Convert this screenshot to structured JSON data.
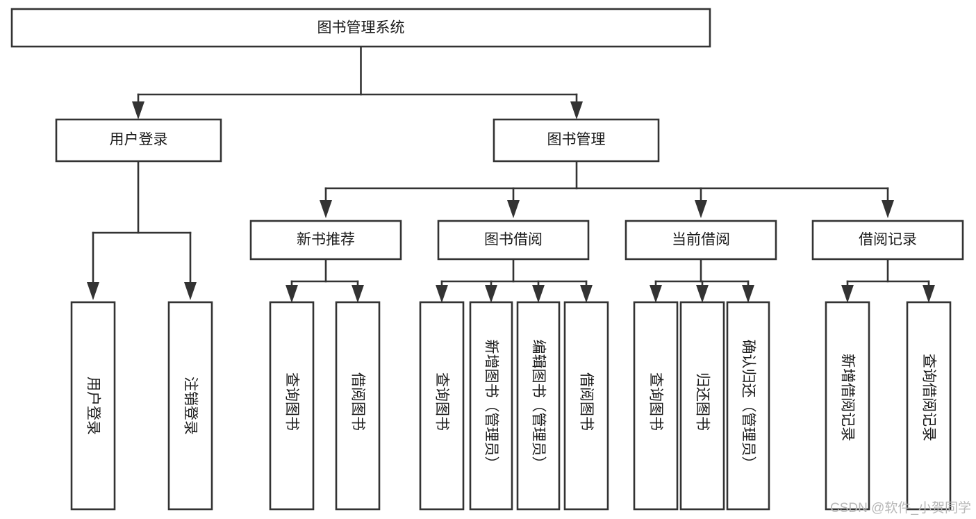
{
  "diagram": {
    "type": "tree-hierarchy",
    "title": "图书管理系统",
    "orientation": "top-down",
    "colors": {
      "box_stroke": "#333333",
      "box_fill": "#ffffff",
      "line": "#333333",
      "text": "#1a1a1a",
      "watermark": "#b8b8b8",
      "background": "#ffffff"
    },
    "levels": [
      {
        "level": 1,
        "nodes": [
          {
            "id": "root",
            "label": "图书管理系统",
            "orientation": "horizontal"
          }
        ]
      },
      {
        "level": 2,
        "nodes": [
          {
            "id": "user-login",
            "label": "用户登录",
            "orientation": "horizontal",
            "parent": "root"
          },
          {
            "id": "book-manage",
            "label": "图书管理",
            "orientation": "horizontal",
            "parent": "root"
          }
        ]
      },
      {
        "level": 3,
        "nodes": [
          {
            "id": "new-book-rec",
            "label": "新书推荐",
            "orientation": "horizontal",
            "parent": "book-manage"
          },
          {
            "id": "book-borrow",
            "label": "图书借阅",
            "orientation": "horizontal",
            "parent": "book-manage"
          },
          {
            "id": "current-borrow",
            "label": "当前借阅",
            "orientation": "horizontal",
            "parent": "book-manage"
          },
          {
            "id": "borrow-record",
            "label": "借阅记录",
            "orientation": "horizontal",
            "parent": "book-manage"
          }
        ]
      },
      {
        "level": 4,
        "nodes": [
          {
            "id": "leaf-user-login",
            "label": "用户登录",
            "orientation": "vertical",
            "parent": "user-login"
          },
          {
            "id": "leaf-logout",
            "label": "注销登录",
            "orientation": "vertical",
            "parent": "user-login"
          },
          {
            "id": "leaf-query-book-1",
            "label": "查询图书",
            "orientation": "vertical",
            "parent": "new-book-rec"
          },
          {
            "id": "leaf-borrow-book-1",
            "label": "借阅图书",
            "orientation": "vertical",
            "parent": "new-book-rec"
          },
          {
            "id": "leaf-query-book-2",
            "label": "查询图书",
            "orientation": "vertical",
            "parent": "book-borrow"
          },
          {
            "id": "leaf-add-book",
            "label": "新增图书（管理员）",
            "orientation": "vertical",
            "parent": "book-borrow"
          },
          {
            "id": "leaf-edit-book",
            "label": "编辑图书（管理员）",
            "orientation": "vertical",
            "parent": "book-borrow"
          },
          {
            "id": "leaf-borrow-book-2",
            "label": "借阅图书",
            "orientation": "vertical",
            "parent": "book-borrow"
          },
          {
            "id": "leaf-query-book-3",
            "label": "查询图书",
            "orientation": "vertical",
            "parent": "current-borrow"
          },
          {
            "id": "leaf-return-book",
            "label": "归还图书",
            "orientation": "vertical",
            "parent": "current-borrow"
          },
          {
            "id": "leaf-confirm-return",
            "label": "确认归还（管理员）",
            "orientation": "vertical",
            "parent": "current-borrow"
          },
          {
            "id": "leaf-add-record",
            "label": "新增借阅记录",
            "orientation": "vertical",
            "parent": "borrow-record"
          },
          {
            "id": "leaf-query-record",
            "label": "查询借阅记录",
            "orientation": "vertical",
            "parent": "borrow-record"
          }
        ]
      }
    ]
  },
  "watermark": {
    "text": "CSDN @软件_小贺同学"
  }
}
